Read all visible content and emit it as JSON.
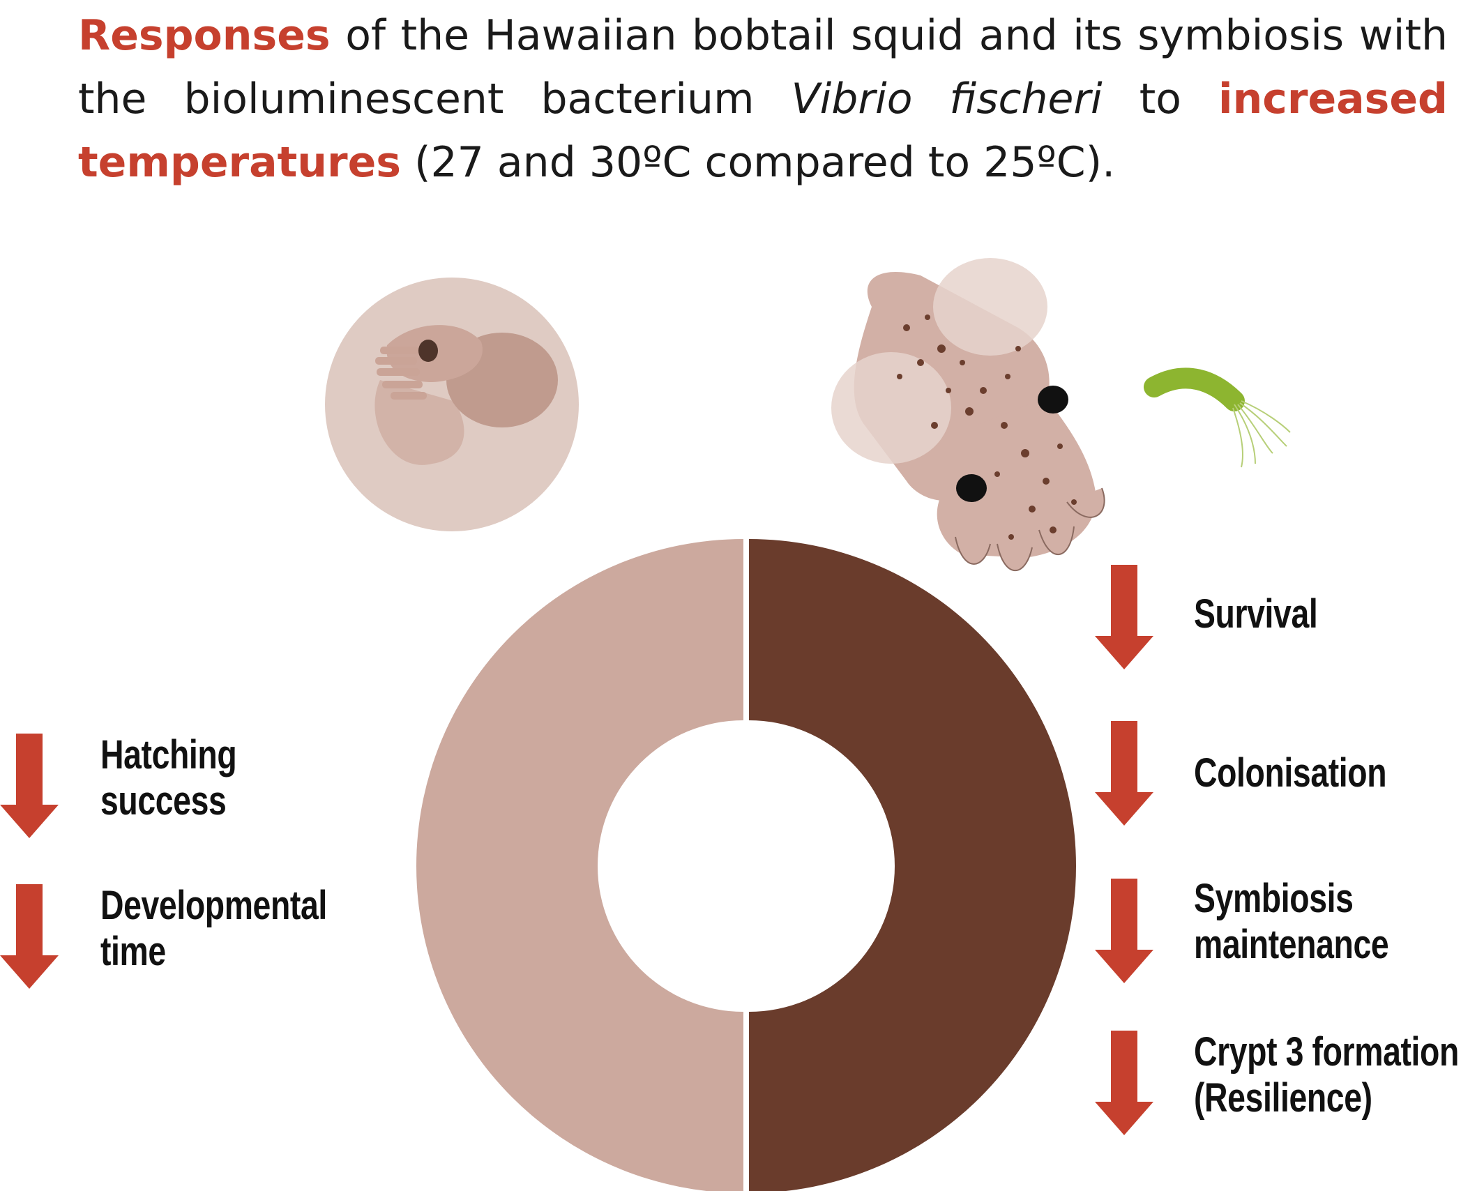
{
  "title": {
    "highlight1": "Responses",
    "text1": " of the Hawaiian bobtail squid and its symbiosis with the bioluminescent bacterium ",
    "species": "Vibrio fischeri",
    "text2": " to ",
    "highlight2": "increased temperatures",
    "text3": " (27 and 30ºC compared to 25ºC)."
  },
  "left_effects": [
    {
      "line1": "Hatching",
      "line2": "success",
      "direction": "decrease"
    },
    {
      "line1": "Developmental",
      "line2": "time",
      "direction": "decrease"
    }
  ],
  "right_effects": [
    {
      "line1": "Survival",
      "line2": "",
      "direction": "decrease"
    },
    {
      "line1": "Colonisation",
      "line2": "",
      "direction": "decrease"
    },
    {
      "line1": "Symbiosis",
      "line2": "maintenance",
      "direction": "decrease"
    },
    {
      "line1": "Crypt 3 formation",
      "line2": "(Resilience)",
      "direction": "decrease"
    }
  ],
  "colors": {
    "accent_red": "#c6402e",
    "ring_left": "#cca99e",
    "ring_right": "#6a3c2c",
    "egg": "#dfcbc3",
    "bacterium": "#8db530"
  },
  "icons": [
    "squid-egg-icon",
    "juvenile-squid-icon",
    "vibrio-bacterium-icon",
    "down-arrow-icon"
  ]
}
